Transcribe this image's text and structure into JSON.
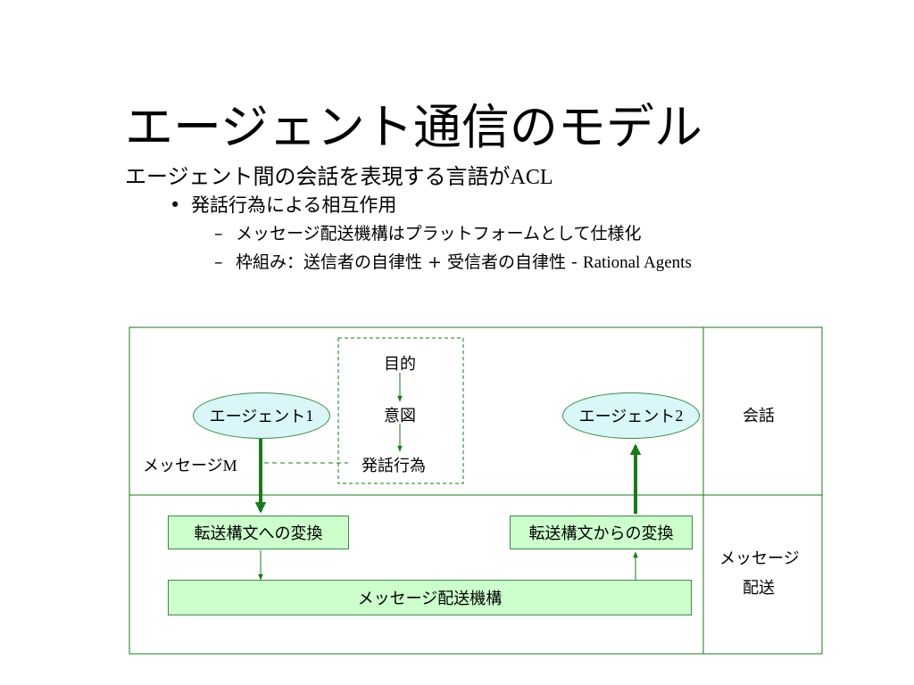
{
  "title": "エージェント通信のモデル",
  "bullets": {
    "level1": {
      "text": "エージェント間の会話を表現する言語が",
      "suffix": "ACL"
    },
    "level2": {
      "marker": "•",
      "text": "発話行為による相互作用"
    },
    "level3": [
      {
        "marker": "–",
        "text": "メッセージ配送機構はプラットフォームとして仕様化",
        "suffix": ""
      },
      {
        "marker": "–",
        "text": "枠組み：送信者の自律性 + 受信者の自律性 - ",
        "suffix": "Rational Agents"
      }
    ]
  },
  "diagram": {
    "agent1": {
      "text": "エージェント",
      "num": "1"
    },
    "agent2": {
      "text": "エージェント",
      "num": "2"
    },
    "purpose": "目的",
    "intention": "意図",
    "speech_act": "発話行為",
    "message": {
      "text": "メッセージ",
      "suffix": "M"
    },
    "to_syntax": "転送構文への変換",
    "from_syntax": "転送構文からの変換",
    "delivery_mechanism": "メッセージ配送機構",
    "row_label_conversation": "会話",
    "row_label_delivery_line1": "メッセージ",
    "row_label_delivery_line2": "配送"
  },
  "colors": {
    "green": "#1a7a1a",
    "ellipse_fill": "#d9f6f9",
    "box_fill": "#ccffcc"
  }
}
